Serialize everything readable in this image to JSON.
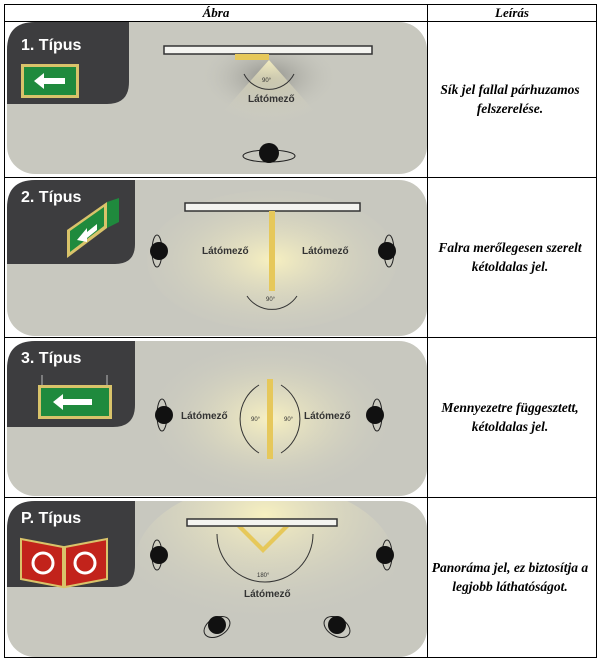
{
  "header": {
    "col_image": "Ábra",
    "col_desc": "Leírás"
  },
  "rows": [
    {
      "type_label": "1. Típus",
      "view_labels": [
        "Látómező"
      ],
      "angle": "90°",
      "description": "Sík jel fallal párhuzamos felszerelése."
    },
    {
      "type_label": "2. Típus",
      "view_labels": [
        "Látómező",
        "Látómező"
      ],
      "angle": "90°",
      "description": "Falra merőlegesen szerelt kétoldalas jel."
    },
    {
      "type_label": "3. Típus",
      "view_labels": [
        "Látómező",
        "Látómező"
      ],
      "angle": "90°",
      "description": "Mennyezetre függesztett, kétoldalas jel."
    },
    {
      "type_label": "P. Típus",
      "view_labels": [
        "Látómező"
      ],
      "angle": "180°",
      "description": "Panoráma jel, ez biztosítja a legjobb láthatóságot."
    }
  ],
  "colors": {
    "panel_bg": "#c8c8bf",
    "badge_bg": "#3d3d3f",
    "sign_green": "#1f8a3d",
    "sign_red": "#c2231b",
    "light": "#f3ecb8"
  }
}
